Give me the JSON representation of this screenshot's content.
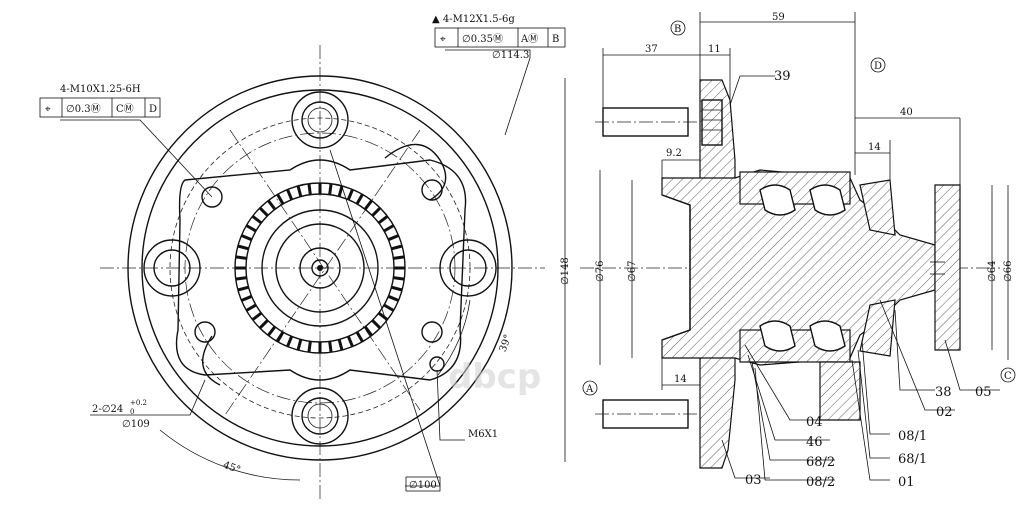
{
  "front_view": {
    "callout_m10": "4-M10X1.25-6H",
    "fcf_m10": {
      "symbol": "⌖",
      "tolerance": "∅0.3Ⓜ",
      "datum1": "CⓂ",
      "datum2": "D"
    },
    "callout_m12": "▲ 4-M12X1.5-6g",
    "fcf_m12": {
      "symbol": "⌖",
      "tolerance": "∅0.35Ⓜ",
      "datum1": "AⓂ",
      "datum2": "B"
    },
    "dia_114": "∅114.3",
    "hole_dia": "2-∅24",
    "hole_tol_upper": "+0.2",
    "hole_tol_lower": "0",
    "dia_109": "∅109",
    "thread_m6": "M6X1",
    "dia_100": "∅100",
    "angle_39": "39°",
    "angle_45": "45°"
  },
  "side_view": {
    "dims": {
      "d59": "59",
      "d37": "37",
      "d11": "11",
      "d40": "40",
      "d14_top": "14",
      "d9_2": "9.2",
      "d14_bottom": "14",
      "dia148": "∅148",
      "dia76": "∅76",
      "dia67": "∅67",
      "dia64": "∅64",
      "dia66": "∅66"
    },
    "datums": {
      "B": "B",
      "D": "D",
      "A": "A",
      "C": "C"
    },
    "parts": {
      "p39": "39",
      "p38": "38",
      "p05": "05",
      "p02": "02",
      "p04": "04",
      "p46": "46",
      "p68_2a": "68/2",
      "p68_2b": "08/2",
      "p08_1": "08/1",
      "p68_1": "68/1",
      "p03": "03",
      "p01": "01"
    }
  },
  "watermark": "dbcp"
}
